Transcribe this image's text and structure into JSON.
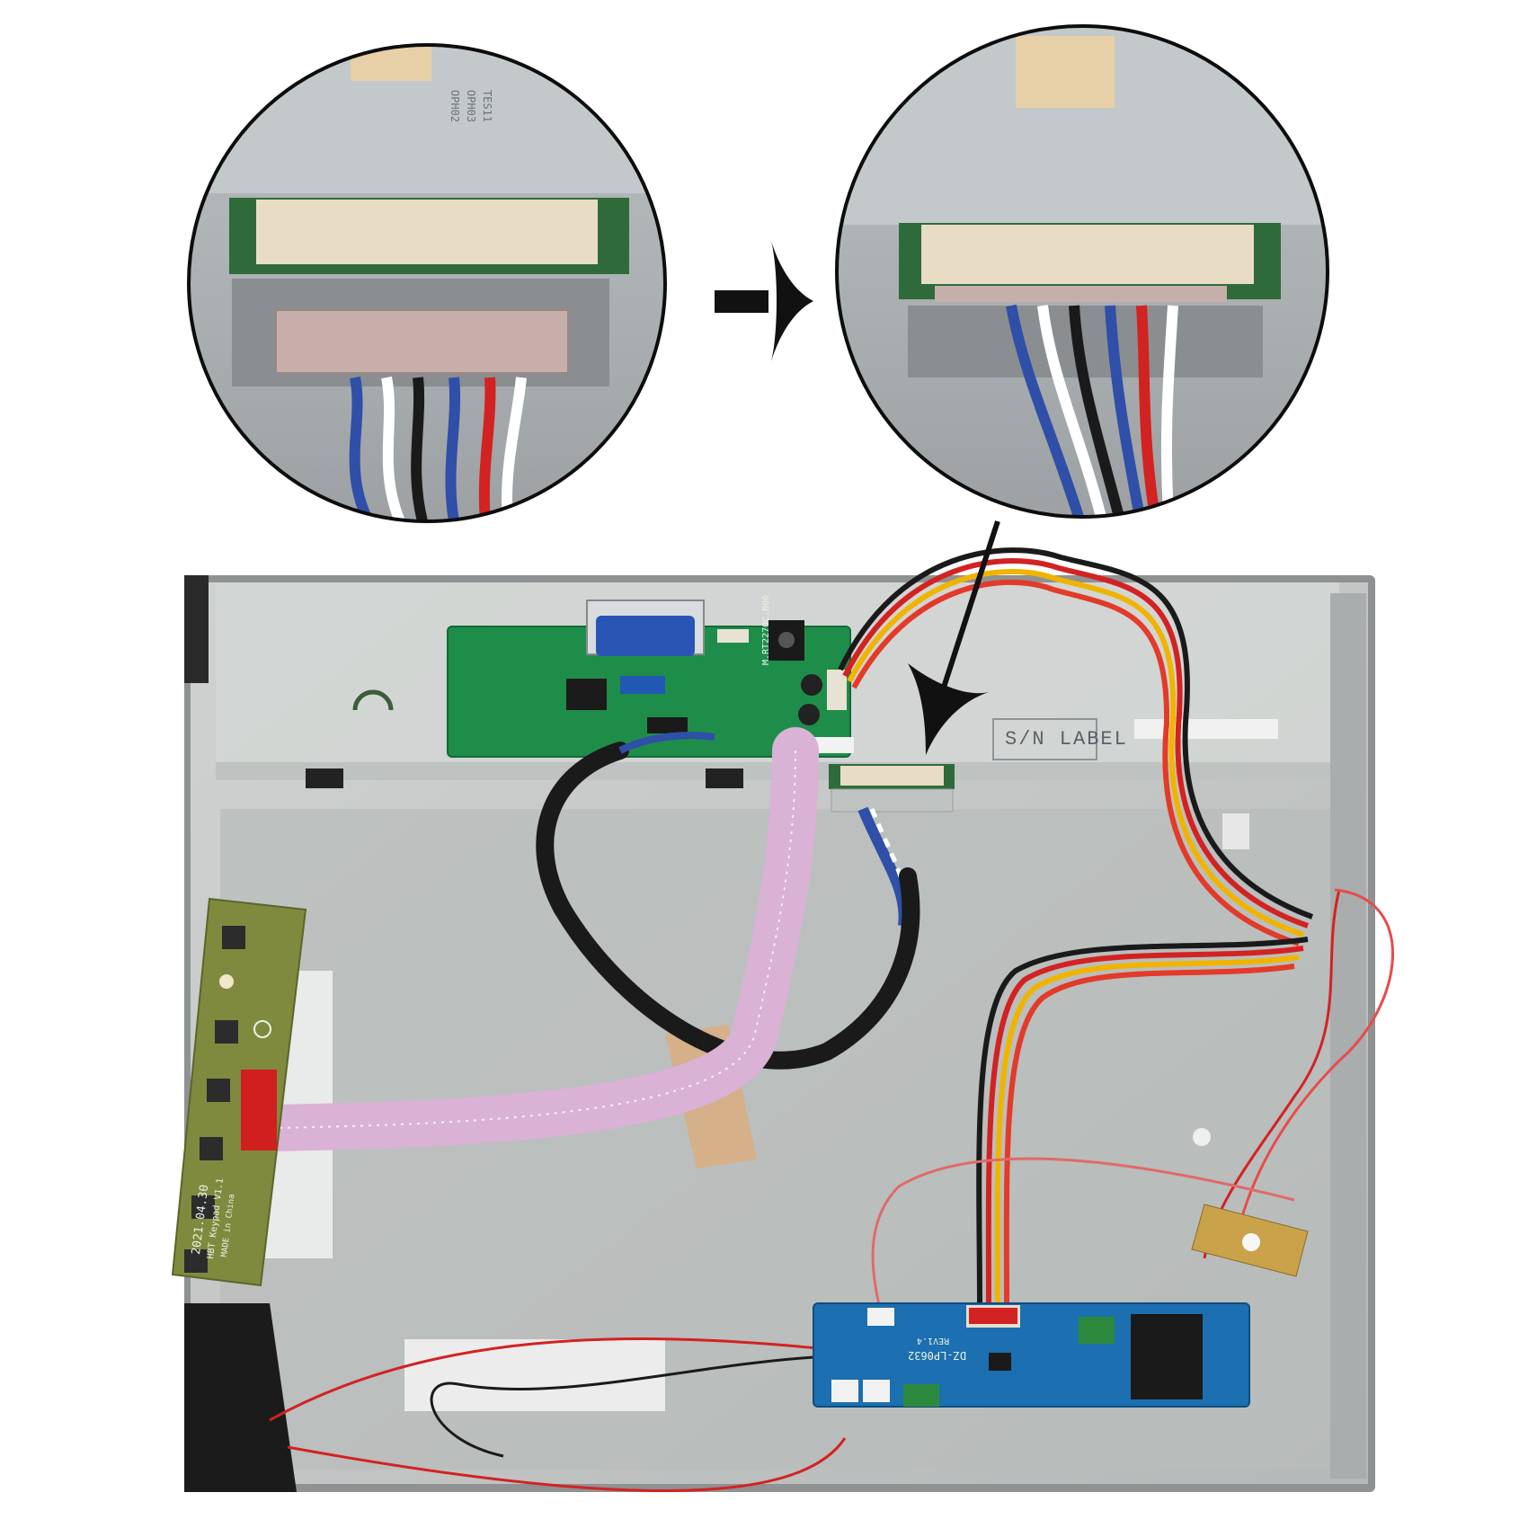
{
  "photo": {
    "colors": {
      "panel": "#c2c5c4",
      "panel_dark": "#9fa4a4",
      "pcb_green": "#1f8d4a",
      "pcb_blue": "#1c6fb0",
      "keypad_pcb": "#7f8a3e",
      "connector_green": "#2f6b3a",
      "connector_cream": "#e8dcc4",
      "wire_blue": "#2f4fa8",
      "wire_red": "#d32222",
      "wire_yellow": "#f0b400",
      "ribbon": "#d9b2d6"
    },
    "icons": [
      "arrow-right-icon",
      "arrow-pointer-icon"
    ],
    "labels": {
      "sn_label": "S/N LABEL",
      "driver_board_model": "M.RT2270C.B06",
      "keypad_date": "2021.04.30",
      "keypad_model": "HBT Keypad V1.1",
      "keypad_made": "MADE in China",
      "inverter_model": "DZ-LP0632",
      "inverter_rev": "REV1.4",
      "lvds_silk_1": "TES11",
      "lvds_silk_2": "OPH03",
      "lvds_silk_3": "OPH02"
    }
  }
}
